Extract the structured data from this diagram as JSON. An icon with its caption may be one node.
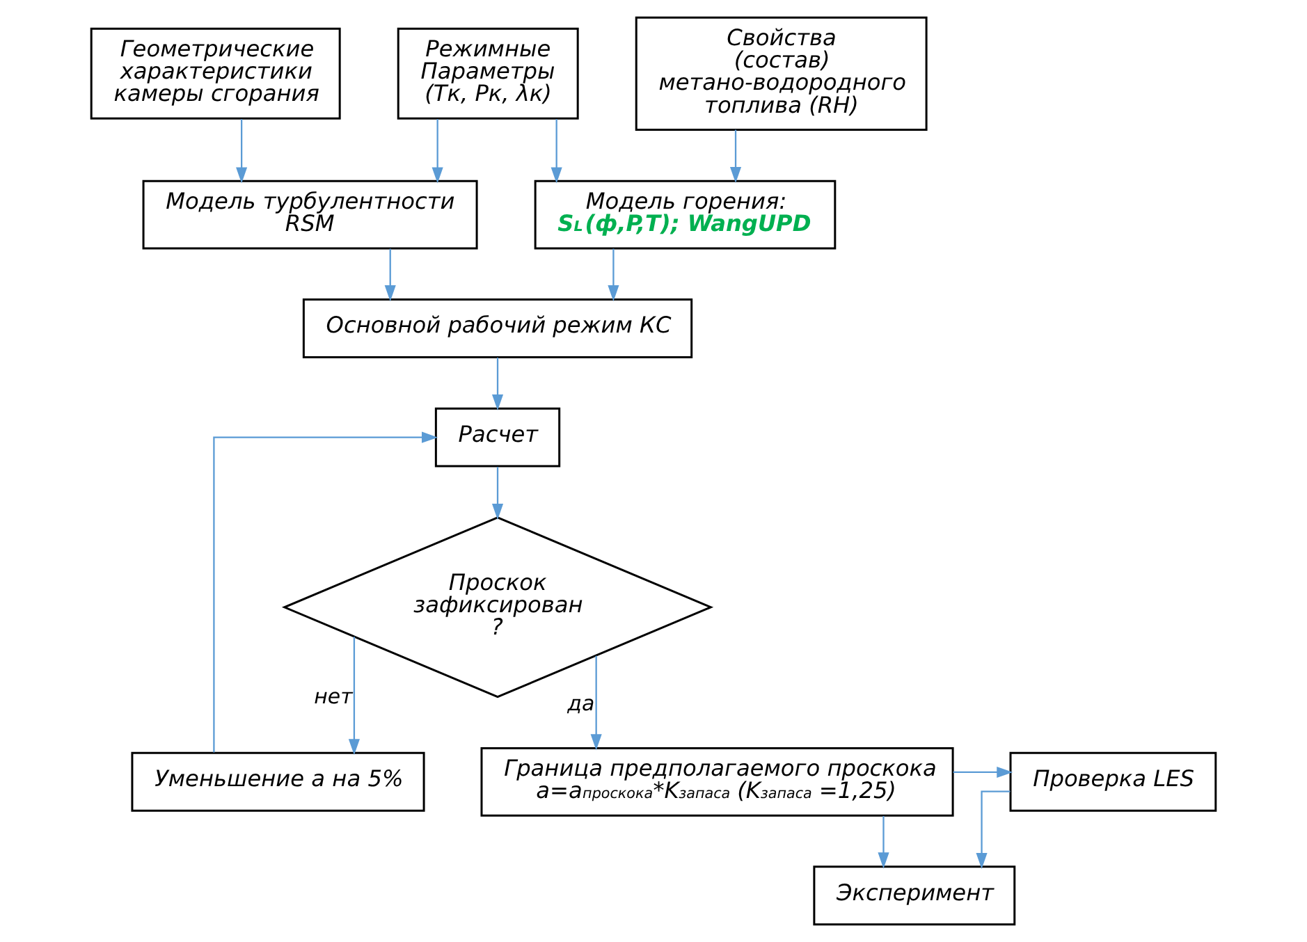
{
  "diagram": {
    "nodes": [
      {
        "text": [
          "Геометрические характеристики камеры сгорания"
        ]
      },
      {
        "text": [
          "Режимные Параметры (Тк, Рк, λк)"
        ]
      },
      {
        "text": [
          "Свойства (состав) метано-водородного топлива (RH)"
        ]
      },
      {
        "text": [
          "Модель турбулентности RSM"
        ]
      },
      {
        "text": [
          "Модель горения:",
          "S$_{L}$(ф,P,T); WangUPD"
        ]
      },
      {
        "text": [
          "Основной рабочий режим КС"
        ]
      },
      {
        "text": [
          "Расчет"
        ]
      },
      {
        "text": [
          "Уменьшение а на 5%"
        ]
      },
      {
        "text": [
          "Проскок зафиксирован ?"
        ]
      },
      {
        "text": [
          "Граница предполагаемого проскока",
          "а=а$_{проскока}$*K$_{запаса}$ (K$_{запаса}$ =1,25)"
        ]
      },
      {
        "text": [
          "Проверка LES"
        ]
      },
      {
        "text": [
          "Эксперимент"
        ]
      }
    ],
    "edges": [
      {
        "from": 0,
        "to": 3,
        "arrow": "to"
      },
      {
        "from": 1,
        "to": 3,
        "arrow": "to"
      },
      {
        "from": 1,
        "to": 4,
        "arrow": "to"
      },
      {
        "from": 2,
        "to": 4,
        "arrow": "to"
      },
      {
        "from": 3,
        "to": 5,
        "arrow": "to"
      },
      {
        "from": 4,
        "to": 5,
        "arrow": "to"
      },
      {
        "from": 5,
        "to": 6,
        "arrow": "to"
      },
      {
        "from": 6,
        "to": 8,
        "arrow": "to"
      },
      {
        "from": 8,
        "to": 7,
        "arrow": "to",
        "label": "нет"
      },
      {
        "from": 7,
        "to": 6,
        "arrow": "to"
      },
      {
        "from": 8,
        "to": 9,
        "arrow": "to",
        "label": "да"
      },
      {
        "from": 9,
        "to": 10,
        "arrow": "to"
      },
      {
        "from": 9,
        "to": 11,
        "arrow": "to"
      },
      {
        "from": 10,
        "to": 11,
        "arrow": "to"
      }
    ]
  }
}
